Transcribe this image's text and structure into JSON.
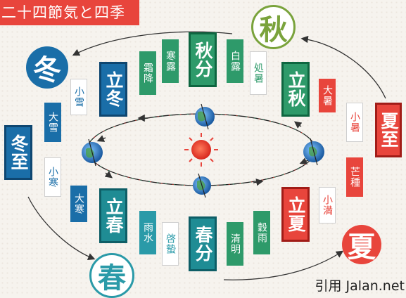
{
  "title": "二十四節気と四季",
  "seasons": {
    "autumn": "秋",
    "winter": "冬",
    "spring": "春",
    "summer": "夏"
  },
  "major_terms": {
    "shubun": "秋分",
    "risshu": "立秋",
    "rittou": "立冬",
    "touji": "冬至",
    "risshun": "立春",
    "shunbun": "春分",
    "rikka": "立夏",
    "geshi": "夏至"
  },
  "minor_terms": {
    "soukou": "霜降",
    "kanro": "寒露",
    "hakuro": "白露",
    "shosho": "処暑",
    "taisho": "大暑",
    "shousho": "小暑",
    "boushu": "芒種",
    "shouman": "小満",
    "kokuu": "穀雨",
    "seimei": "清明",
    "keichitsu": "啓蟄",
    "usui": "雨水",
    "daikan": "大寒",
    "shoukan": "小寒",
    "taisetsu": "大雪",
    "shousetsu": "小雪"
  },
  "colors": {
    "spring": "#2e9a6a",
    "summer": "#e8453c",
    "autumn_season": "#7aa33c",
    "winter": "#1a6ea8",
    "teal": "#2a9aa8"
  },
  "icons": {
    "sun": "sun-icon",
    "earth": "earth-icon"
  },
  "credit": "引用 Jalan.net"
}
